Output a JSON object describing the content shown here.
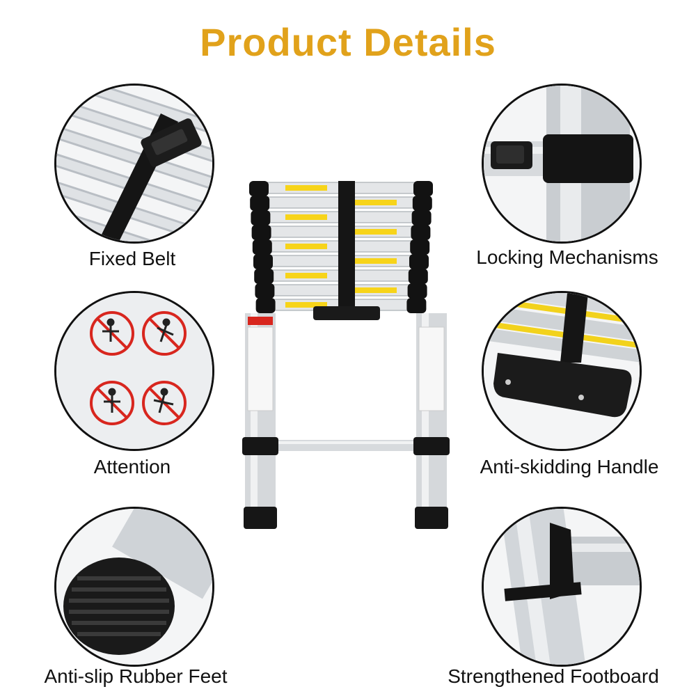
{
  "title": "Product Details",
  "colors": {
    "title": "#E1A21B",
    "strap": "#111111",
    "warning": "#F7D41A",
    "aluminum": "#D9DCDF"
  },
  "features": [
    {
      "label": "Fixed Belt",
      "icon": "fixed-belt-image"
    },
    {
      "label": "Locking Mechanisms",
      "icon": "locking-mechanism-image"
    },
    {
      "label": "Attention",
      "icon": "attention-signs-image"
    },
    {
      "label": "Anti-skidding Handle",
      "icon": "anti-skidding-handle-image"
    },
    {
      "label": "Anti-slip Rubber Feet",
      "icon": "rubber-feet-image"
    },
    {
      "label": "Strengthened Footboard",
      "icon": "footboard-image"
    }
  ]
}
